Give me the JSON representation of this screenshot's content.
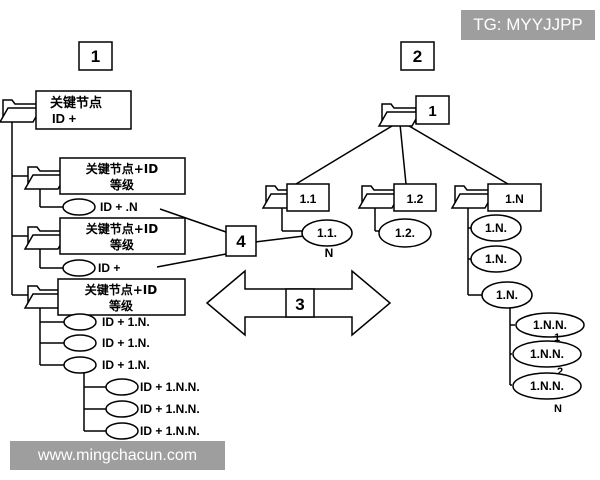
{
  "labels": {
    "panel1": "1",
    "panel2": "2",
    "arrow": "3",
    "callout": "4"
  },
  "left_tree": {
    "root": {
      "line1": "关键节点",
      "line2": "ID +"
    },
    "groups": [
      {
        "line1": "关键节点+ID",
        "line2": "等级",
        "child": "ID + .N"
      },
      {
        "line1": "关键节点+ID",
        "line2": "等级",
        "child": "ID +"
      },
      {
        "line1": "关键节点+ID",
        "line2": "等级"
      }
    ],
    "third_children": [
      "ID + 1.N.",
      "ID + 1.N.",
      "ID + 1.N."
    ],
    "grand_children": [
      "ID + 1.N.N.",
      "ID + 1.N.N.",
      "ID + 1.N.N."
    ]
  },
  "right_tree": {
    "root": "1",
    "nodes": [
      "1.1",
      "1.2",
      "1.N"
    ],
    "n11_child": {
      "line1": "1.1.",
      "line2": "N"
    },
    "n12_child": "1.2.",
    "nN_children": [
      "1.N.",
      "1.N.",
      "1.N."
    ],
    "nNN_children": [
      {
        "line1": "1.N.N.",
        "line2": "1"
      },
      {
        "line1": "1.N.N.",
        "line2": "2"
      },
      {
        "line1": "1.N.N.",
        "line2": "N"
      }
    ]
  },
  "watermarks": {
    "top": "TG: MYYJJPP",
    "bottom": "www.mingchacun.com"
  }
}
